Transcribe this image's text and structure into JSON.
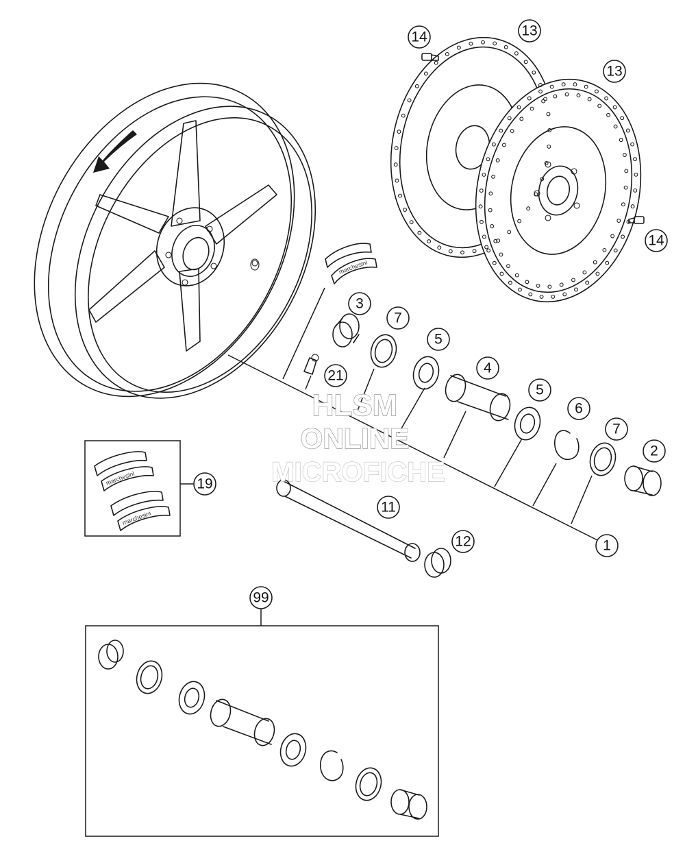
{
  "callouts": [
    {
      "id": "c14a",
      "label": "14"
    },
    {
      "id": "c13a",
      "label": "13"
    },
    {
      "id": "c13b",
      "label": "13"
    },
    {
      "id": "c14b",
      "label": "14"
    },
    {
      "id": "c3",
      "label": "3"
    },
    {
      "id": "c7a",
      "label": "7"
    },
    {
      "id": "c5a",
      "label": "5"
    },
    {
      "id": "c4",
      "label": "4"
    },
    {
      "id": "c21",
      "label": "21"
    },
    {
      "id": "c5b",
      "label": "5"
    },
    {
      "id": "c6",
      "label": "6"
    },
    {
      "id": "c7b",
      "label": "7"
    },
    {
      "id": "c2",
      "label": "2"
    },
    {
      "id": "c19",
      "label": "19"
    },
    {
      "id": "c11",
      "label": "11"
    },
    {
      "id": "c12",
      "label": "12"
    },
    {
      "id": "c1",
      "label": "1"
    },
    {
      "id": "c99",
      "label": "99"
    }
  ],
  "sticker_text": "marchesini",
  "watermark": {
    "line1": "HLSM",
    "line2": "ONLINE",
    "line3": "MICROFICHE"
  }
}
